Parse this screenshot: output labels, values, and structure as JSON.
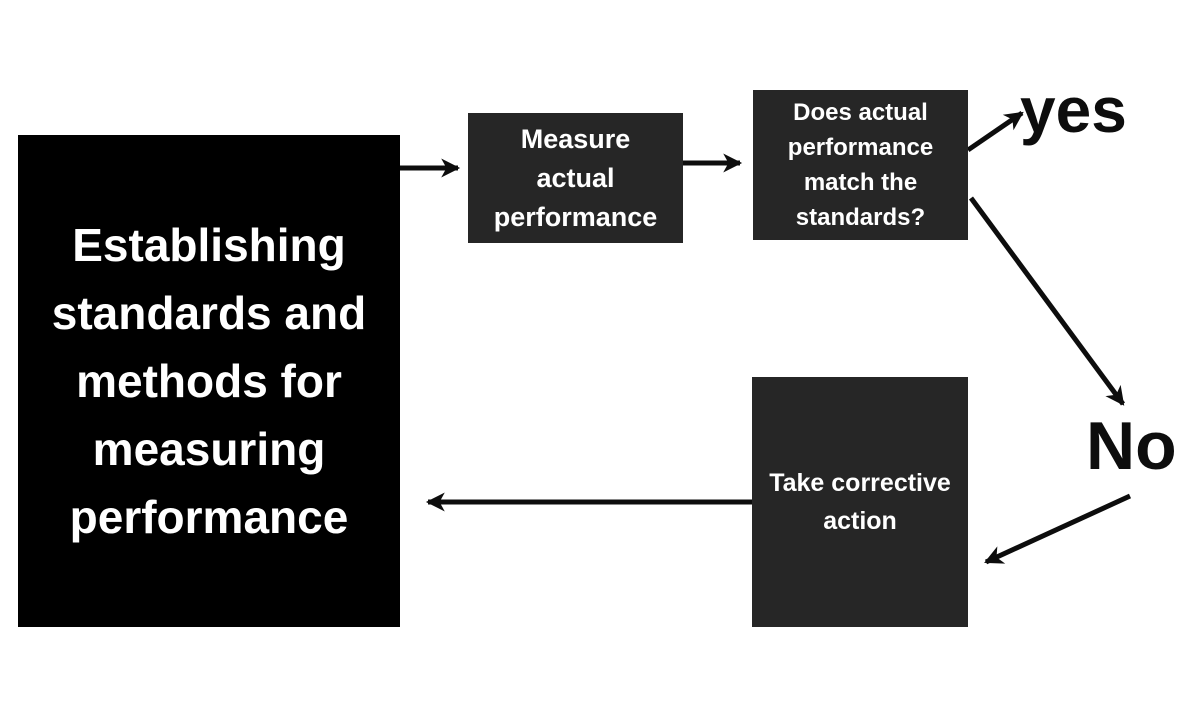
{
  "diagram": {
    "type": "flowchart",
    "topic": "performance control cycle",
    "colors": {
      "background": "#ffffff",
      "primary_node": "#000000",
      "secondary_node": "#262626",
      "node_text": "#ffffff",
      "arrow": "#0d0d0d",
      "label_text": "#0d0d0d"
    },
    "nodes": [
      {
        "id": "establish-standards",
        "label": "Establishing\nstandards and\nmethods for\nmeasuring\nperformance"
      },
      {
        "id": "measure-performance",
        "label": "Measure\nactual\nperformance"
      },
      {
        "id": "match-standards",
        "label": "Does actual\nperformance\nmatch the\nstandards?"
      },
      {
        "id": "corrective-action",
        "label": "Take corrective\naction"
      }
    ],
    "branch_labels": {
      "yes": "yes",
      "no": "No"
    },
    "edges": [
      {
        "from": "establish-standards",
        "to": "measure-performance"
      },
      {
        "from": "measure-performance",
        "to": "match-standards"
      },
      {
        "from": "match-standards",
        "to": "yes"
      },
      {
        "from": "match-standards",
        "to": "no"
      },
      {
        "from": "no",
        "to": "corrective-action"
      },
      {
        "from": "corrective-action",
        "to": "establish-standards"
      }
    ]
  }
}
